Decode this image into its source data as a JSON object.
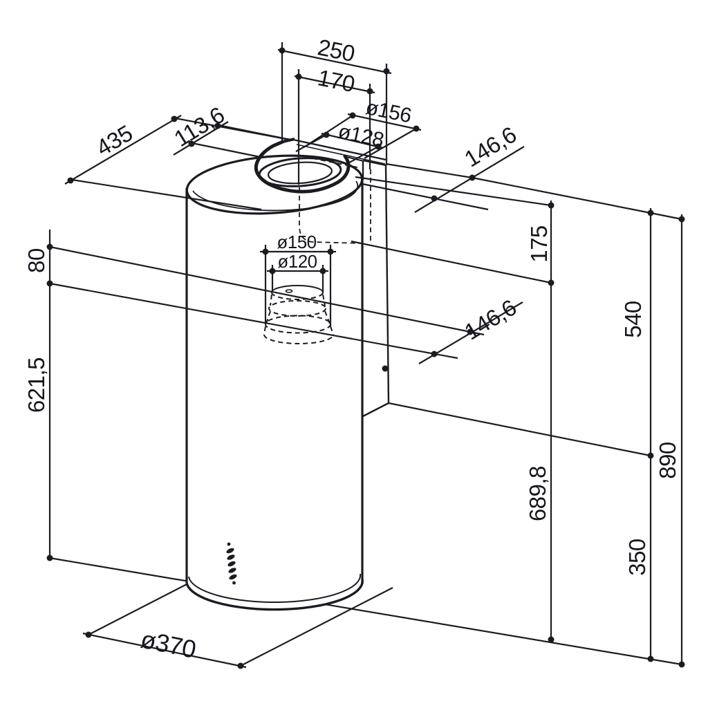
{
  "drawing": {
    "type": "technical-dimension-drawing",
    "subject": "cylindrical island cooker hood",
    "ink_color": "#1b1b22",
    "background": "#ffffff"
  },
  "labels": {
    "top_plate_width": "250",
    "top_inner_width": "170",
    "collar_outer_dia": "ø156",
    "collar_inner_dia": "ø128",
    "overall_depth": "435",
    "plate_depth": "113,6",
    "wall_offset_top": "146,6",
    "wall_offset_mid": "146,6",
    "reducer_height": "80",
    "reducer_outer_dia": "ø150",
    "reducer_inner_dia": "ø120",
    "body_height": "621,5",
    "bracket_top_height": "175",
    "chimney_height": "540",
    "total_height": "890",
    "lower_height": "689,8",
    "base_height": "350",
    "body_diameter": "ø370"
  }
}
